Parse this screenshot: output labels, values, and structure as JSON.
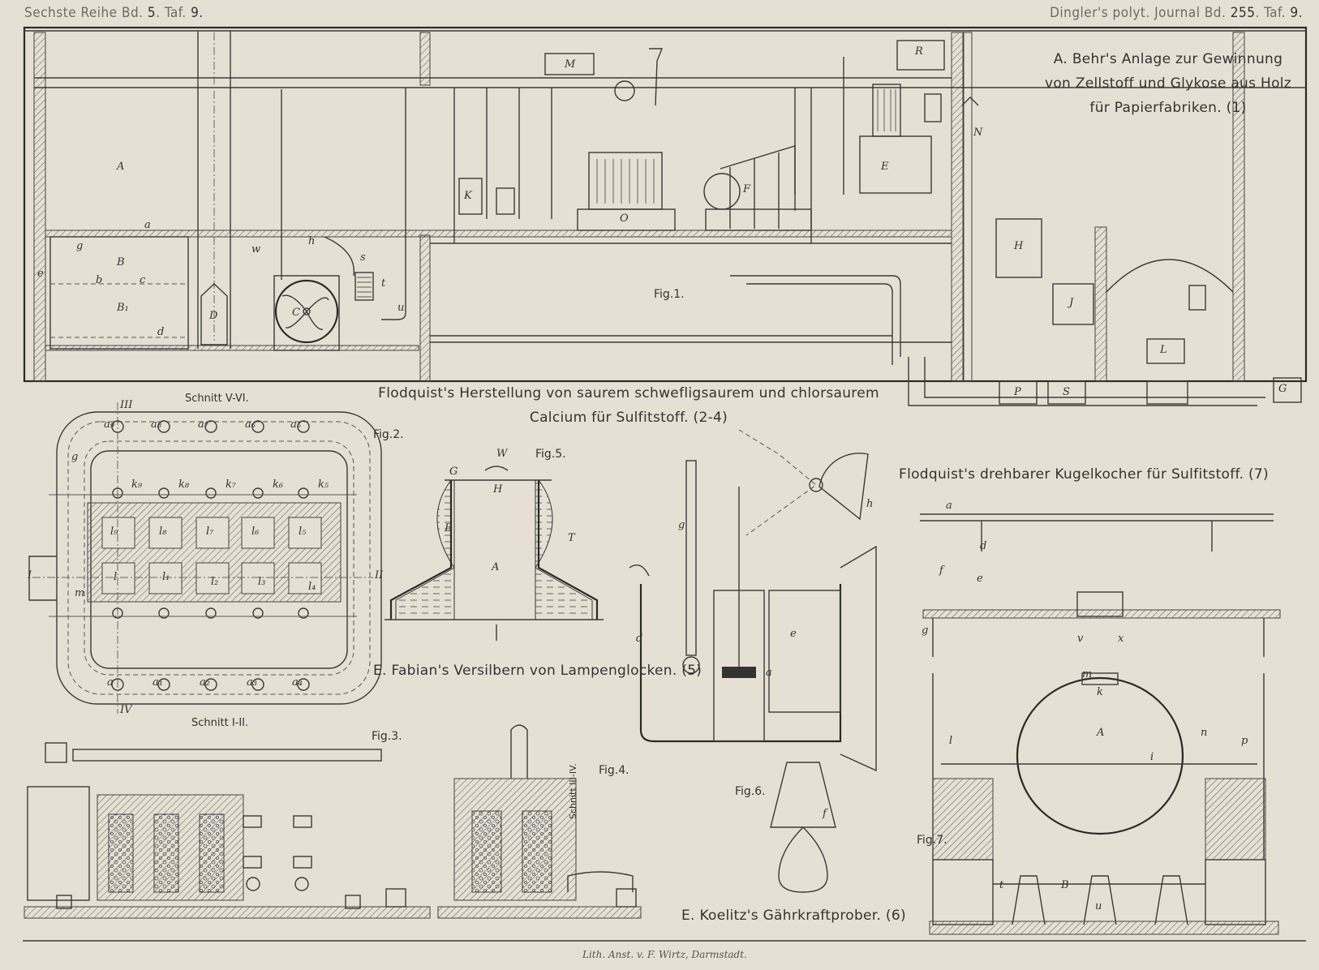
{
  "header": {
    "left_prefix": "Sechste Reihe Bd.",
    "left_volume": "5",
    "left_plate_prefix": ". Taf.",
    "left_plate": "9.",
    "right_prefix": "Dingler's polyt. Journal Bd.",
    "right_volume": "255",
    "right_plate_prefix": ". Taf.",
    "right_plate": "9."
  },
  "titles": {
    "behr_line1": "A. Behr's Anlage zur Gewinnung",
    "behr_line2": "von Zellstoff und Glykose aus Holz",
    "behr_line3": "für Papierfabriken. (1)",
    "flodquist_line1": "Flodquist's Herstellung von saurem schwefligsaurem und chlorsaurem",
    "flodquist_line2": "Calcium für Sulfitstoff. (2-4)",
    "kugelkocher": "Flodquist's drehbarer Kugelkocher für Sulfitstoff. (7)",
    "fabian": "E. Fabian's Versilbern von Lampenglocken. (5)",
    "koelitz": "E. Koelitz's Gährkraftprober. (6)"
  },
  "figures": {
    "fig1": "Fig.1.",
    "fig2": "Fig.2.",
    "fig3": "Fig.3.",
    "fig4": "Fig.4.",
    "fig5": "Fig.5.",
    "fig6": "Fig.6.",
    "fig7": "Fig.7."
  },
  "sections": {
    "schnitt_v_vi": "Schnitt V-VI.",
    "schnitt_i_ii": "Schnitt I-II.",
    "schnitt_iii_iv": "Schnitt III-IV."
  },
  "labels": {
    "fig1": [
      "A",
      "B",
      "B₁",
      "D",
      "C",
      "a",
      "b",
      "c",
      "d",
      "e",
      "g",
      "h",
      "w",
      "s",
      "t",
      "u",
      "K",
      "O",
      "M",
      "R",
      "N",
      "E",
      "F",
      "H",
      "J",
      "L",
      "P",
      "S",
      "G"
    ],
    "fig2": [
      "I",
      "II",
      "III",
      "IV",
      "g",
      "m",
      "k₉",
      "k₈",
      "k₇",
      "k₆",
      "k₅",
      "l₉",
      "l₈",
      "l₇",
      "l₆",
      "l₅",
      "l",
      "l₁",
      "l₂",
      "l₃",
      "l₄",
      "a",
      "a₁",
      "a₂",
      "a₃",
      "a₄",
      "a₉",
      "a₈",
      "a₇",
      "a₆",
      "a₅"
    ],
    "fig5": [
      "W",
      "G",
      "H",
      "B",
      "A",
      "T"
    ],
    "fig6": [
      "g",
      "d",
      "e",
      "a",
      "h",
      "f"
    ],
    "fig7": [
      "a",
      "d",
      "f",
      "e",
      "g",
      "v",
      "x",
      "m",
      "k",
      "A",
      "i",
      "n",
      "p",
      "l",
      "t",
      "B",
      "u"
    ]
  },
  "imprint": "Lith. Anst. v. F. Wirtz, Darmstadt."
}
